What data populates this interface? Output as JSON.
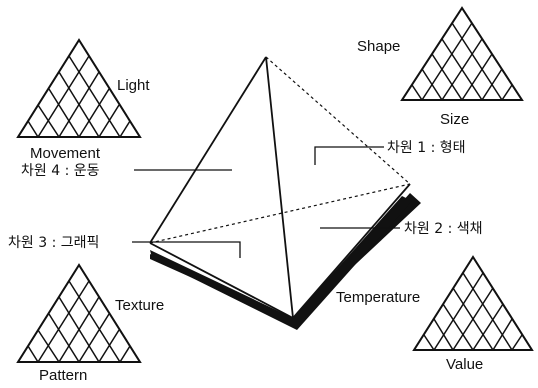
{
  "triangles": {
    "top_left": {
      "side_label": "Light",
      "bottom_label": "Movement"
    },
    "top_right": {
      "side_label": "Shape",
      "bottom_label": "Size"
    },
    "bottom_left": {
      "side_label": "Texture",
      "bottom_label": "Pattern"
    },
    "bottom_right": {
      "side_label": "Temperature",
      "bottom_label": "Value"
    }
  },
  "pyramid_labels": {
    "dim1": "차원 1 : 형태",
    "dim2": "차원 2 : 색채",
    "dim3": "차원 3 : 그래픽",
    "dim4": "차원 4 : 운동"
  }
}
